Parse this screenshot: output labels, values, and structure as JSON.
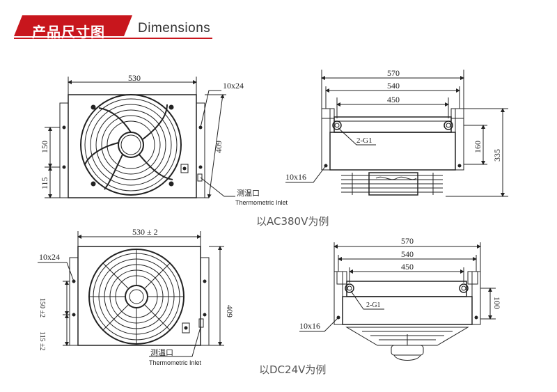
{
  "header": {
    "title_cn": "产品尺寸图",
    "title_en": "Dimensions",
    "accent_color": "#c8161d",
    "rule_color": "#c8161d"
  },
  "ac_model": {
    "caption": "以AC380V为例",
    "front": {
      "width": "530",
      "bolt": "10x24",
      "height": "409",
      "spacing_upper": "150",
      "spacing_lower": "115",
      "thermo_cn": "测温口",
      "thermo_en": "Thermometric Inlet"
    },
    "top": {
      "overall": "570",
      "mount": "540",
      "core": "450",
      "port": "2-G1",
      "port_height": "160",
      "total_height": "335",
      "bolt": "10x16"
    }
  },
  "dc_model": {
    "caption": "以DC24V为例",
    "front": {
      "width": "530 ± 2",
      "bolt": "10x24",
      "height": "409",
      "spacing_upper": "150 ±2",
      "spacing_lower": "115 ±2",
      "thermo_cn": "测温口",
      "thermo_en": "Thermometric Inlet"
    },
    "top": {
      "overall": "570",
      "mount": "540",
      "core": "450",
      "port": "2-G1",
      "port_height": "100",
      "bolt": "10x16"
    }
  }
}
